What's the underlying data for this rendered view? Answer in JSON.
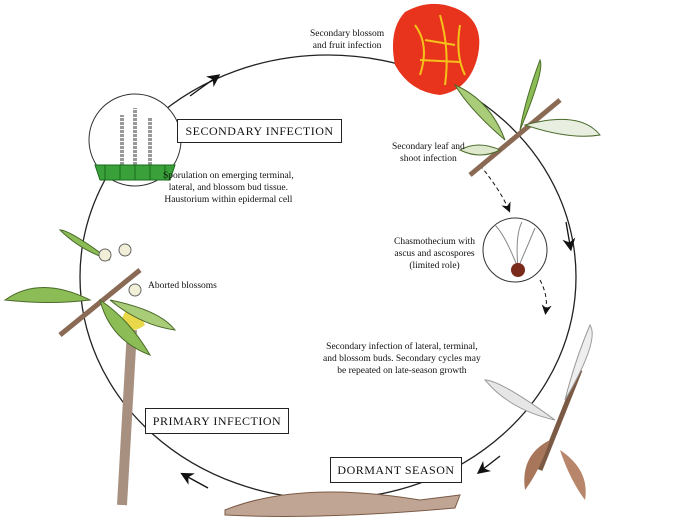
{
  "title_boxes": {
    "secondary": "SECONDARY  INFECTION",
    "primary": "PRIMARY INFECTION",
    "dormant": "DORMANT SEASON"
  },
  "labels": {
    "fruit": [
      "Secondary blossom",
      "and fruit infection"
    ],
    "leaf": [
      "Secondary leaf and",
      "shoot infection"
    ],
    "chasmo": [
      "Chasmothecium with",
      "ascus and ascospores",
      "(limited role)"
    ],
    "buds": [
      "Secondary infection of lateral, terminal,",
      "and blossom buds. Secondary cycles may",
      "be repeated on late-season growth"
    ],
    "sporulation": [
      "Sporulation on emerging terminal,",
      "lateral, and blossom bud tissue.",
      "Haustorium within epidermal cell"
    ],
    "aborted": "Aborted blossoms"
  },
  "colors": {
    "fruit": "#e8341c",
    "fruit_vein": "#f5c21a",
    "leaf": "#7fb24a",
    "bark": "#8a6a55",
    "cell": "#3aa13a"
  }
}
